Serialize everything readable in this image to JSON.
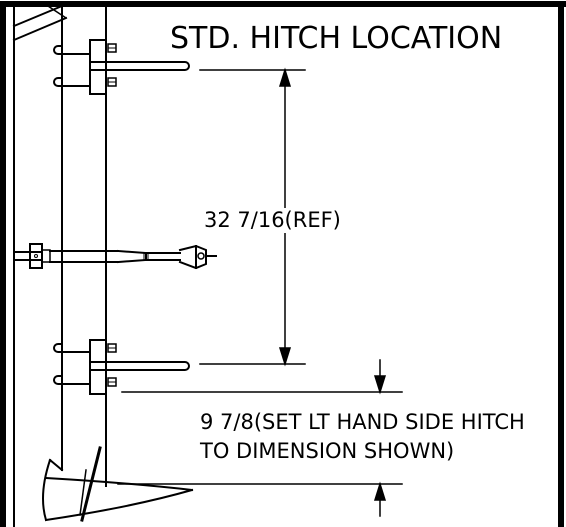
{
  "title": "STD. HITCH LOCATION",
  "dimensions": {
    "upper": "32 7/16(REF)",
    "lower_line1": "9 7/8(SET LT HAND SIDE HITCH",
    "lower_line2": "TO DIMENSION SHOWN)"
  },
  "colors": {
    "line": "#000000",
    "background": "#ffffff"
  }
}
